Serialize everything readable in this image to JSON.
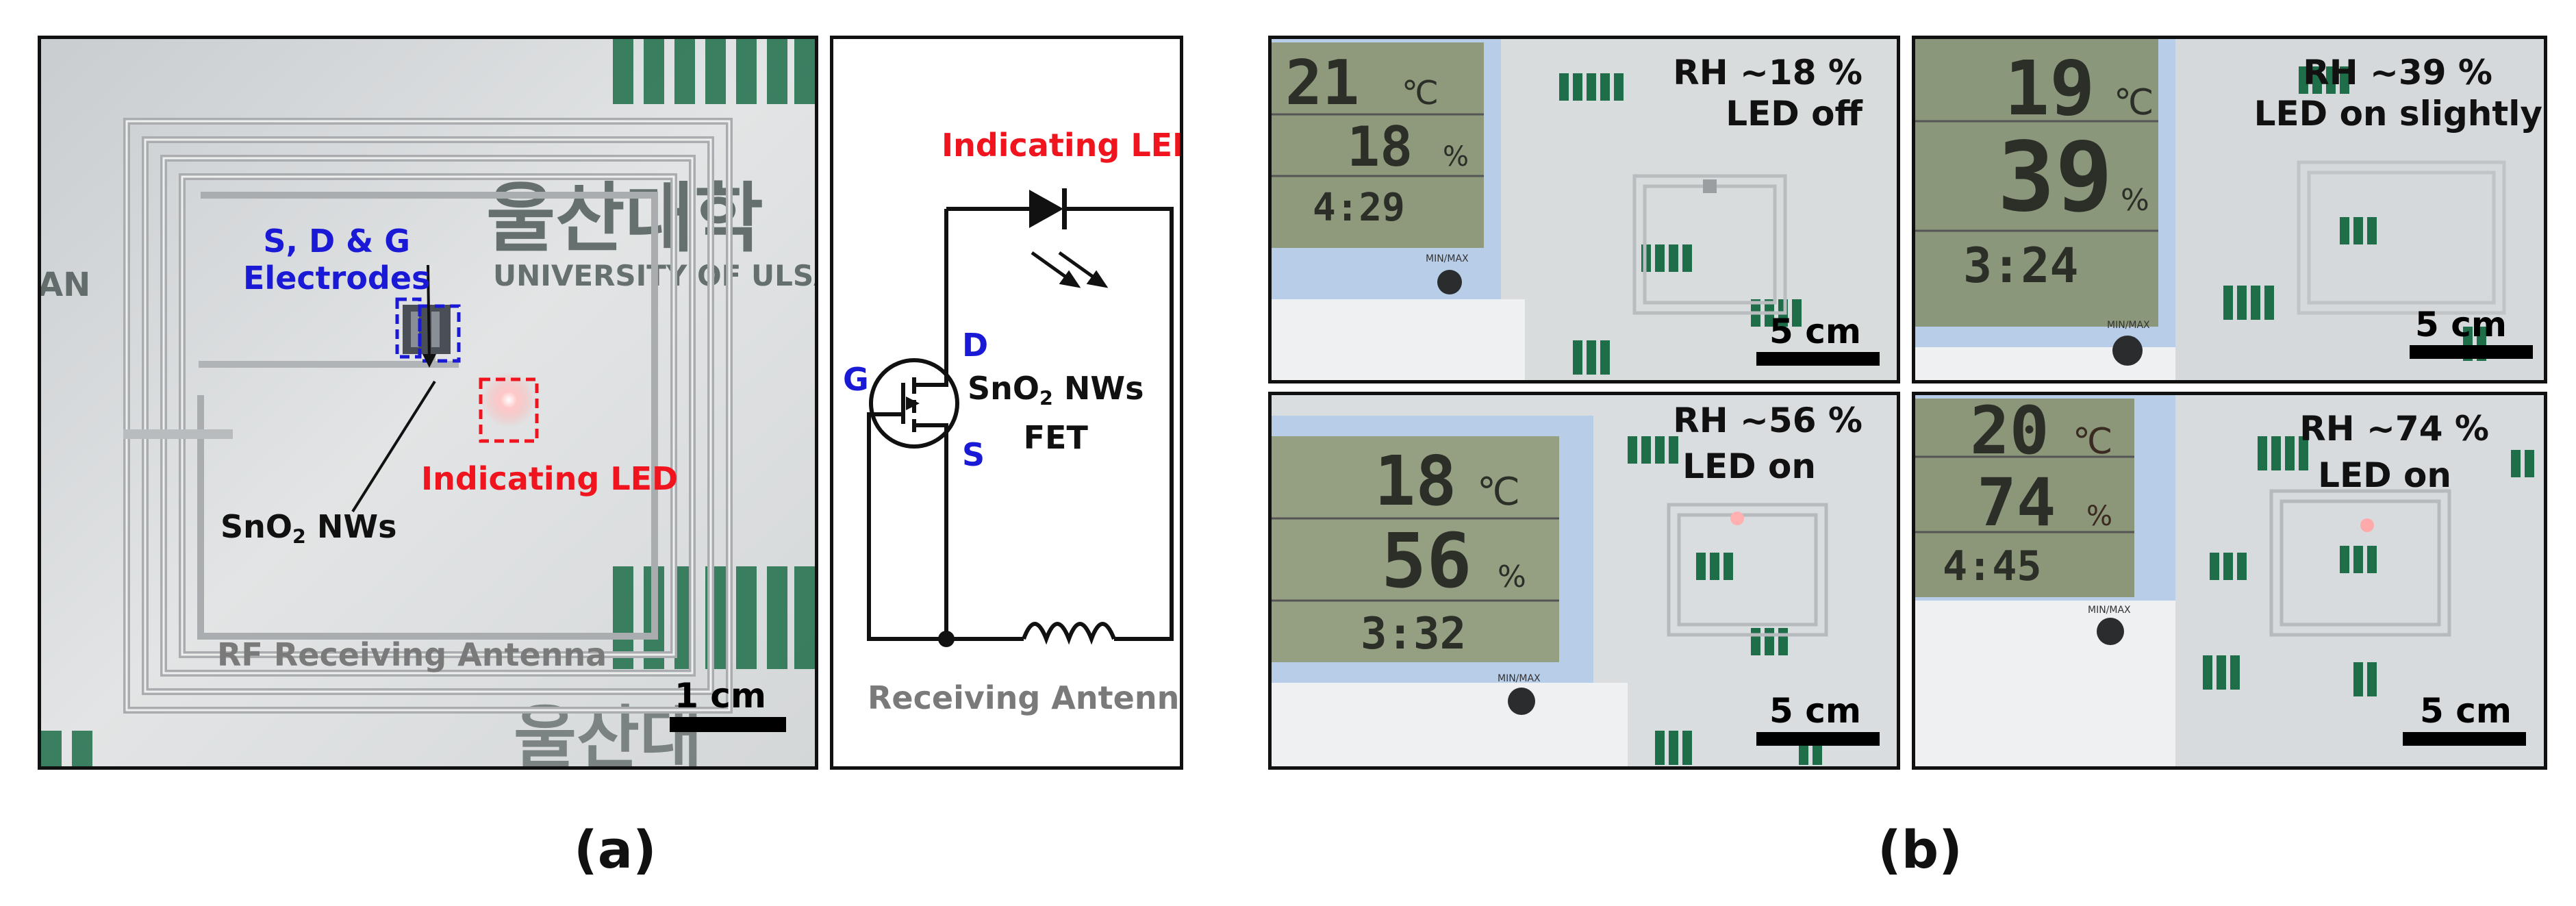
{
  "figure": {
    "panel_a_label": "(a)",
    "panel_b_label": "(b)"
  },
  "photo_a": {
    "electrodes_label_line1": "S, D & G",
    "electrodes_label_line2": "Electrodes",
    "led_label": "Indicating LED",
    "nw_label": "SnO",
    "nw_label_sub": "2",
    "nw_label_tail": " NWs",
    "antenna_label": "RF Receiving Antenna",
    "scale_label": "1 cm",
    "bg_text_1": "울산대학",
    "bg_text_2": "UNIVERSITY OF ULSAN",
    "bg_text_left": "AN"
  },
  "circuit": {
    "led_label": "Indicating LED",
    "gate": "G",
    "drain": "D",
    "source": "S",
    "fet_line1": "SnO",
    "fet_line1_sub": "2",
    "fet_line1_tail": " NWs",
    "fet_line2": "FET",
    "antenna_label": "Receiving Antenna"
  },
  "panels_b": [
    {
      "rh": "RH ~18 %",
      "state": "LED off",
      "temp": "21",
      "hum": "18",
      "time": "4:29",
      "scale": "5 cm"
    },
    {
      "rh": "RH ~39 %",
      "state": "LED on slightly",
      "temp": "19",
      "hum": "39",
      "time": "3:24",
      "scale": "5 cm"
    },
    {
      "rh": "RH ~56 %",
      "state": "LED on",
      "temp": "18",
      "hum": "56",
      "time": "3:32",
      "scale": "5 cm"
    },
    {
      "rh": "RH ~74 %",
      "state": "LED on",
      "temp": "20",
      "hum": "74",
      "time": "4:45",
      "scale": "5 cm"
    }
  ],
  "minmax": "MIN/MAX",
  "colors": {
    "blue": "#1a1ad6",
    "red": "#f0141e",
    "gray": "#7a7a7a",
    "lcd": "#8f9a7d"
  }
}
